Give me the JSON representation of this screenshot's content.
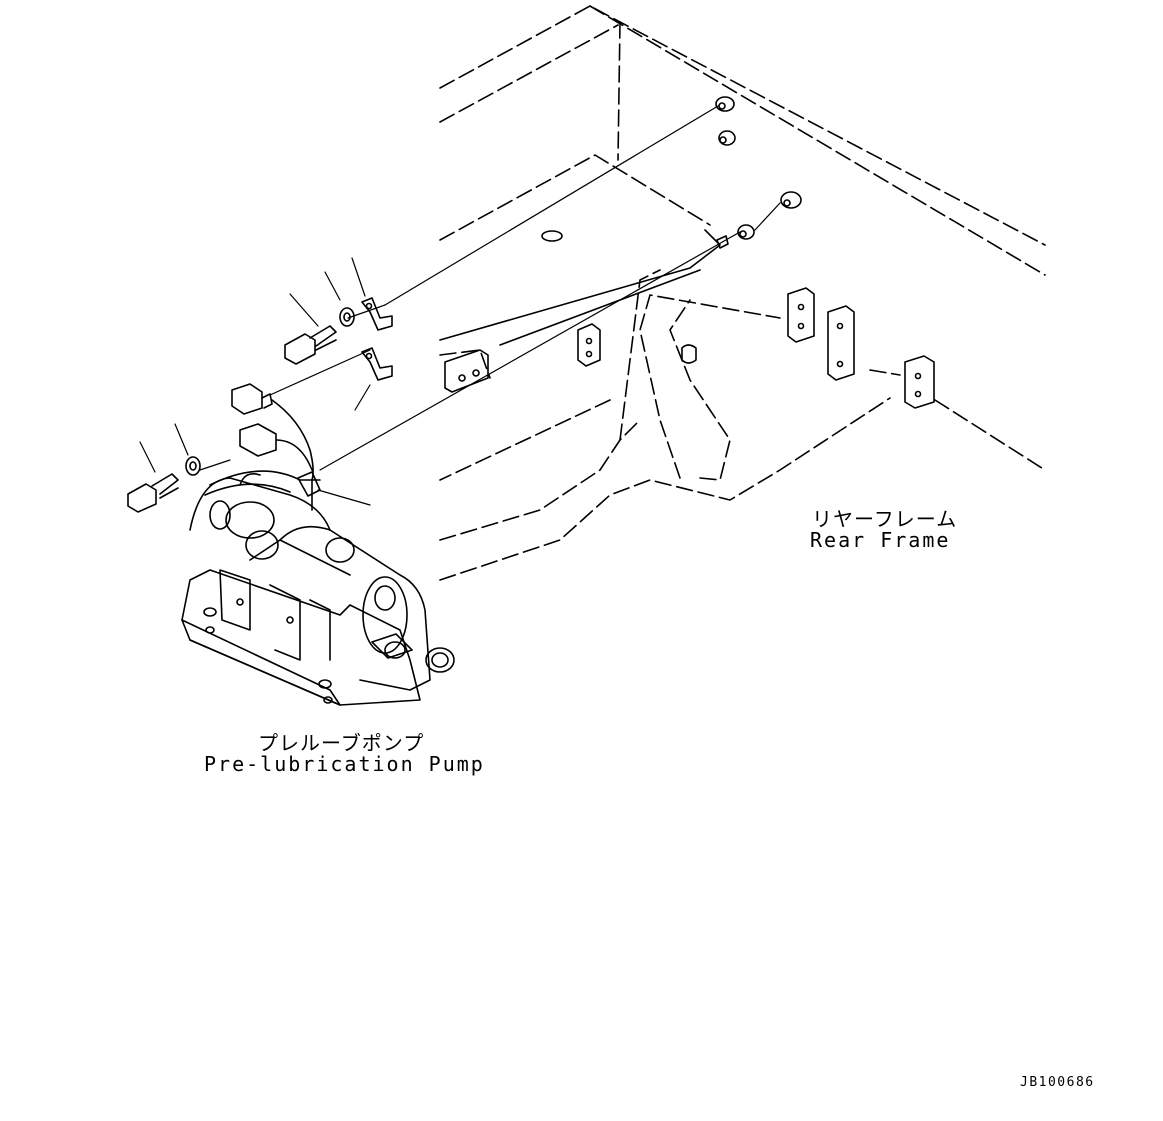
{
  "labels": {
    "rear_frame_jp": "リヤーフレーム",
    "rear_frame_en": "Rear Frame",
    "pump_jp": "プレルーブポンプ",
    "pump_en": "Pre-lubrication Pump",
    "drawing_code": "JB100686"
  },
  "colors": {
    "line": "#000000",
    "background": "#ffffff"
  }
}
